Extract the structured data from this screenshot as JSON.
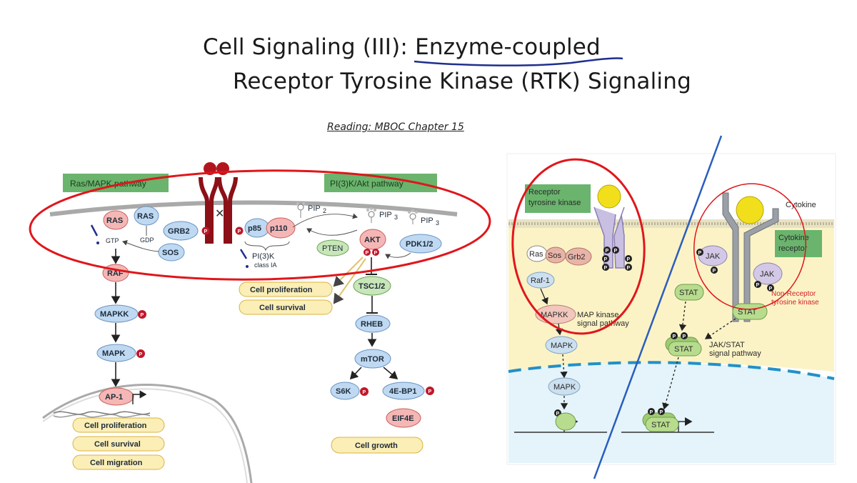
{
  "slide": {
    "title_line1": "Cell Signaling (III): Enzyme-coupled",
    "title_line2": "Receptor Tyrosine Kinase (RTK) Signaling",
    "reading": "Reading:  MBOC Chapter 15"
  },
  "left_diagram": {
    "ras_mapk_title": "Ras/MAPK pathway",
    "pi3k_title": "PI(3)K/Akt pathway",
    "ras": "RAS",
    "ras_gdp": "RAS",
    "gdp": "GDP",
    "gtp": "GTP",
    "grb2": "GRB2",
    "sos": "SOS",
    "raf": "RAF",
    "mapkk": "MAPKK",
    "mapk": "MAPK",
    "ap1": "AP-1",
    "p85": "p85",
    "p110": "p110",
    "pi3k": "PI(3)K",
    "pi3k_class": "class IA",
    "pip2": "PIP",
    "pip2_sub": "2",
    "pip3": "PIP",
    "pip3_sub": "3",
    "pip3b": "PIP",
    "pip3b_sub": "3",
    "pten": "PTEN",
    "akt": "AKT",
    "pdk": "PDK1/2",
    "tsc": "TSC1/2",
    "rheb": "RHEB",
    "mtor": "mTOR",
    "s6k": "S6K",
    "ebp1": "4E-BP1",
    "eif4e": "EIF4E",
    "akt_outcomes": [
      "Cell proliferation",
      "Cell survival"
    ],
    "mtor_outcome": "Cell growth",
    "nuclear_outcomes": [
      "Cell proliferation",
      "Cell survival",
      "Cell migration"
    ],
    "p_mark": "P"
  },
  "right_diagram": {
    "rtk_label_1": "Receptor",
    "rtk_label_2": "tyrosine kinase",
    "cytokine": "Cytokine",
    "cytokine_receptor_1": "Cytokine",
    "cytokine_receptor_2": "receptor",
    "ras": "Ras",
    "sos": "Sos",
    "grb2": "Grb2",
    "raf1": "Raf-1",
    "mapkk": "MAPKK",
    "map_kinase_1": "MAP kinase",
    "map_kinase_2": "signal pathway",
    "mapk": "MAPK",
    "mapk_nuc": "MAPK",
    "jak_left": "JAK",
    "jak_right": "JAK",
    "stat_1": "STAT",
    "stat_2": "STAT",
    "stat_dimer": "STAT",
    "stat_nuc": "STAT",
    "jakstat_1": "JAK/STAT",
    "jakstat_2": "signal pathway",
    "nonreceptor_1": "Non-Receptor",
    "nonreceptor_2": "tyrosine kinase",
    "p_mark": "P"
  }
}
